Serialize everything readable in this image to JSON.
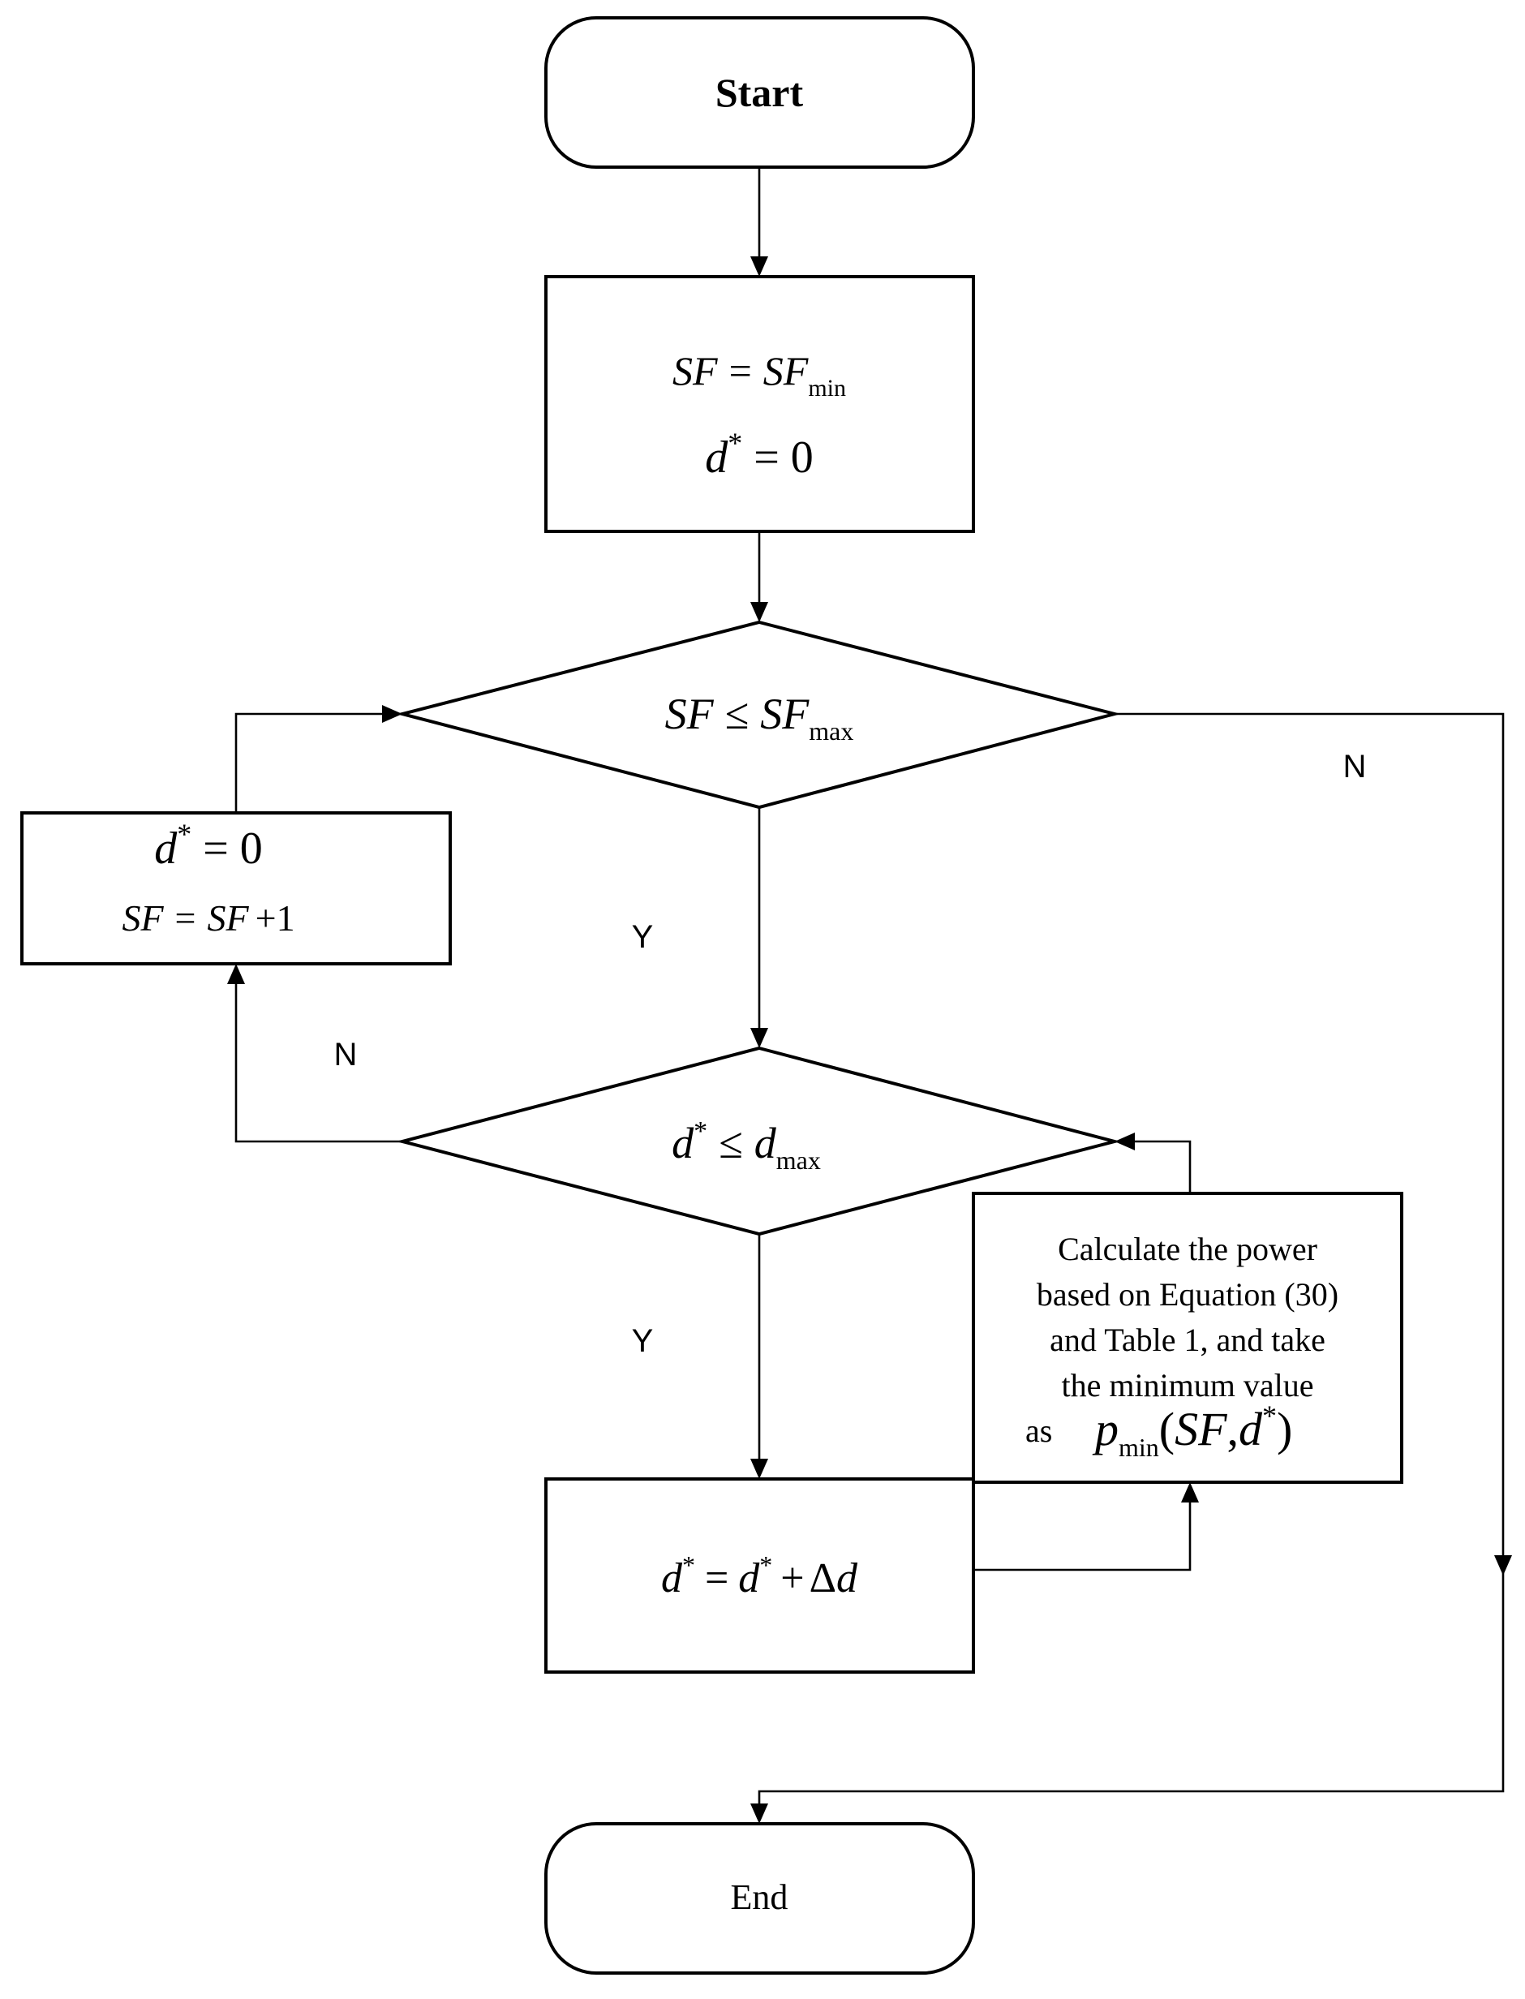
{
  "start": {
    "label": "Start"
  },
  "init": {
    "line1": {
      "lhs": "SF",
      "op": "=",
      "rhs": "SF",
      "sub": "min"
    },
    "line2": {
      "var": "d",
      "sup": "*",
      "op": "=",
      "val": "0"
    }
  },
  "cond_sf": {
    "lhs": "SF",
    "op": "≤",
    "rhs": "SF",
    "sub": "max"
  },
  "reset": {
    "line1": {
      "var": "d",
      "sup": "*",
      "op": "=",
      "val": "0"
    },
    "line2": {
      "lhs": "SF",
      "op": "=",
      "rhs": "SF",
      "plus": "+",
      "val": "1"
    }
  },
  "cond_d": {
    "lhs": "d",
    "sup": "*",
    "op": "≤",
    "rhs": "d",
    "sub": "max"
  },
  "calc": {
    "lines": [
      "Calculate the power",
      "based on Equation (30)",
      "and Table 1, and take",
      "the minimum value"
    ],
    "as": "as",
    "fn": "p",
    "fn_sub": "min",
    "arg_open": "(",
    "arg1": "SF",
    "comma": ",",
    "arg2": "d",
    "arg2_sup": "*",
    "arg_close": ")"
  },
  "update": {
    "lhs": "d",
    "sup": "*",
    "op": "=",
    "rhs": "d",
    "rhs_sup": "*",
    "plus": "+",
    "delta": "Δ",
    "dvar": "d"
  },
  "end": {
    "label": "End"
  },
  "labels": {
    "cond_sf_no": "N",
    "cond_sf_yes": "Y",
    "cond_d_no": "N",
    "cond_d_yes": "Y"
  }
}
